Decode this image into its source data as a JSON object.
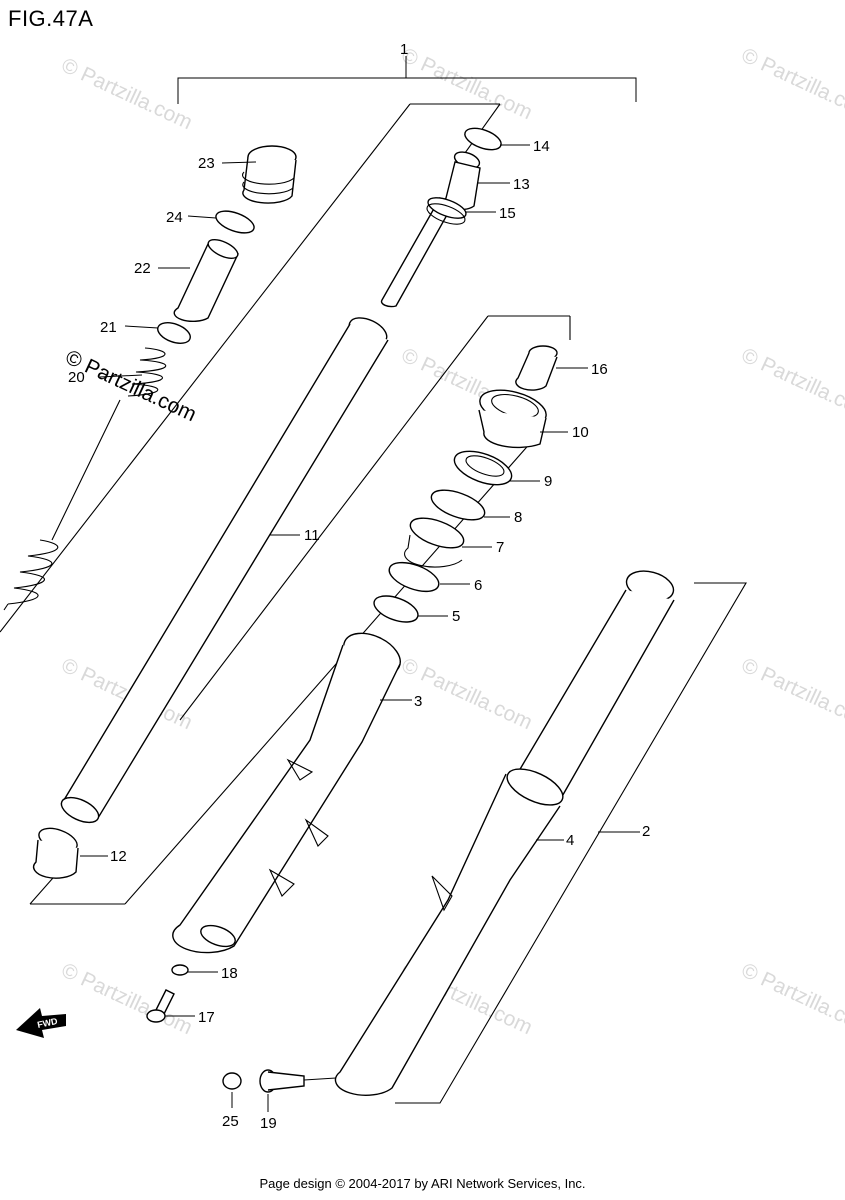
{
  "figure": {
    "title": "FIG.47A"
  },
  "watermark": {
    "text": "© Partzilla.com"
  },
  "fwd_arrow": {
    "label": "FWD"
  },
  "callouts": [
    "1",
    "2",
    "3",
    "4",
    "5",
    "6",
    "7",
    "8",
    "9",
    "10",
    "11",
    "12",
    "13",
    "14",
    "15",
    "16",
    "17",
    "18",
    "19",
    "20",
    "21",
    "22",
    "23",
    "24",
    "25"
  ],
  "footer": {
    "text": "Page design © 2004-2017 by ARI Network Services, Inc."
  }
}
